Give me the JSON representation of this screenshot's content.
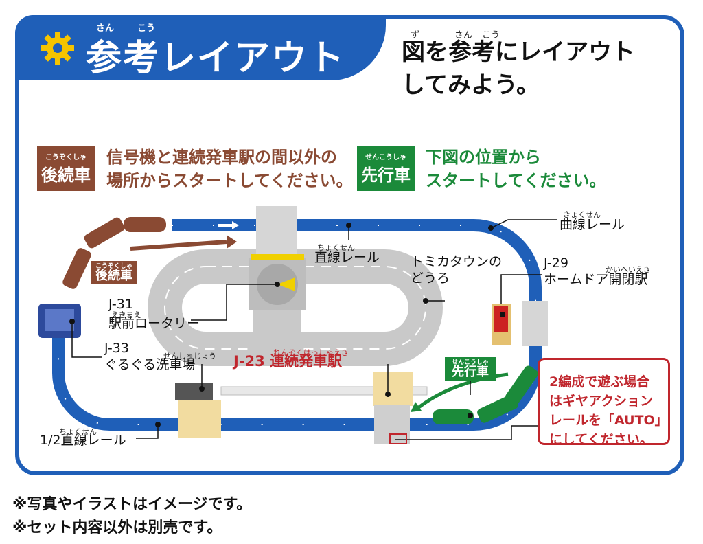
{
  "header": {
    "title": "参考レイアウト",
    "title_ruby_1": "さん",
    "title_ruby_2": "こう",
    "intro_line1": "図を参考にレイアウト",
    "intro_line2": "してみよう。",
    "intro_ruby_1": "ず",
    "intro_ruby_2": "さん",
    "intro_ruby_3": "こう"
  },
  "following_train": {
    "badge_ruby": "こうぞくしゃ",
    "badge": "後続車",
    "instruction_line1": "信号機と連続発車駅の間以外の",
    "instruction_line2": "場所からスタートしてください。"
  },
  "leading_train": {
    "badge_ruby": "せんこうしゃ",
    "badge": "先行車",
    "instruction_line1": "下図の位置から",
    "instruction_line2": "スタートしてください。"
  },
  "labels": {
    "curve_rail": "曲線レール",
    "curve_rail_ruby": "きょくせん",
    "straight_rail": "直線レール",
    "straight_rail_ruby": "ちょくせん",
    "tomica_road_1": "トミカタウンの",
    "tomica_road_2": "どうろ",
    "j29_code": "J-29",
    "j29_name": "ホームドア開閉駅",
    "j29_ruby": "かいへいえき",
    "j31_code": "J-31",
    "j31_name": "駅前ロータリー",
    "j31_ruby": "えきまえ",
    "j33_code": "J-33",
    "j33_name": "ぐるぐる洗車場",
    "j33_ruby": "せんしゃじょう",
    "j23": "J-23 連続発車駅",
    "j23_ruby": "れんぞくはっしゃえき",
    "half_straight": "1/2直線レール",
    "half_straight_ruby": "ちょくせん",
    "following_tag": "後続車",
    "following_tag_ruby": "こうぞくしゃ",
    "leading_tag": "先行車",
    "leading_tag_ruby": "せんこうしゃ"
  },
  "note": {
    "line1": "2編成で遊ぶ場合",
    "line2": "はギヤアクション",
    "line3": "レールを「AUTO」",
    "line4": "にしてください。"
  },
  "footnotes": [
    "※写真やイラストはイメージです。",
    "※セット内容以外は別売です。"
  ],
  "colors": {
    "frame_blue": "#1f5fb8",
    "brown": "#8a4a33",
    "green": "#1b8a3a",
    "red": "#c0262d",
    "road_gray": "#c9c9c9"
  }
}
